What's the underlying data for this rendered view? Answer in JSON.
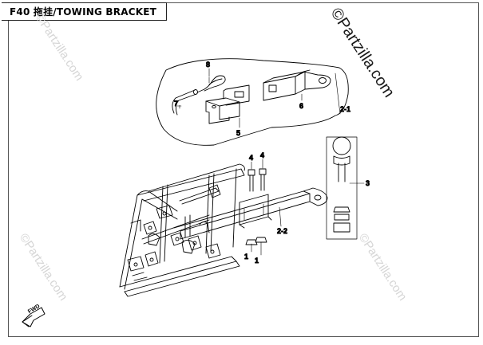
{
  "header": {
    "title": "F40 拖挂/TOWING BRACKET"
  },
  "watermark": {
    "main": "©Partzilla.com",
    "faint": "©Partzilla.com"
  },
  "fwd": {
    "label": "FWD"
  },
  "callouts": {
    "c1a": "1",
    "c1b": "1",
    "c2_1": "2-1",
    "c2_2": "2-2",
    "c3": "3",
    "c4a": "4",
    "c4b": "4",
    "c5": "5",
    "c6": "6",
    "c7": "7",
    "c8": "8"
  },
  "colors": {
    "line": "#000000",
    "frame": "#555555",
    "watermark_faint": "#d6d6d6"
  }
}
